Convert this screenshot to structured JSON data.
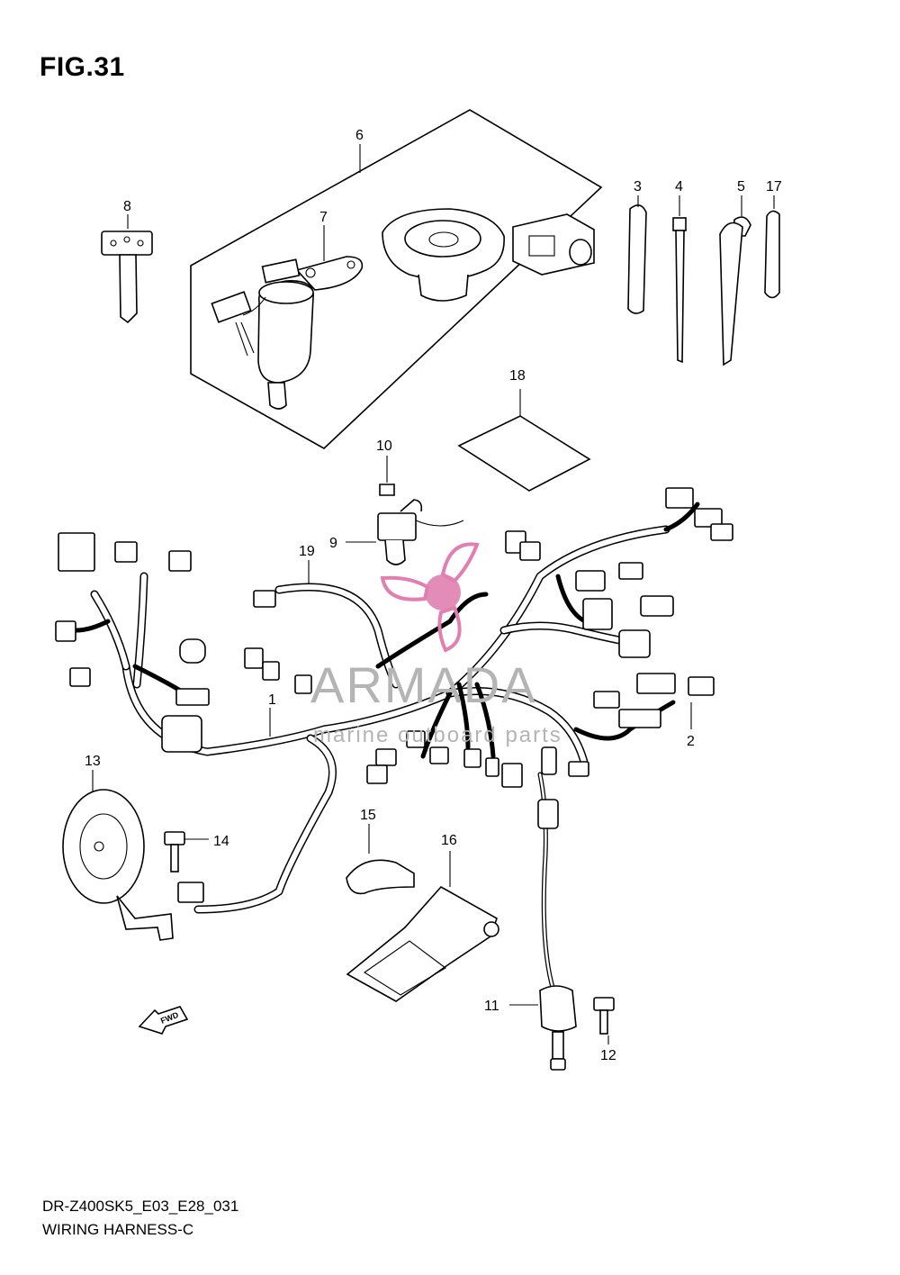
{
  "figure": {
    "title": "FIG.31",
    "code": "DR-Z400SK5_E03_E28_031",
    "name": "WIRING HARNESS-C"
  },
  "watermark": {
    "brand": "ARMADA",
    "tagline": "marine outboard parts",
    "accent_color": "#e07fb0"
  },
  "callouts": [
    "1",
    "2",
    "3",
    "4",
    "5",
    "6",
    "7",
    "8",
    "9",
    "10",
    "11",
    "12",
    "13",
    "14",
    "15",
    "16",
    "17",
    "18",
    "19"
  ],
  "fwd_label": "FWD"
}
